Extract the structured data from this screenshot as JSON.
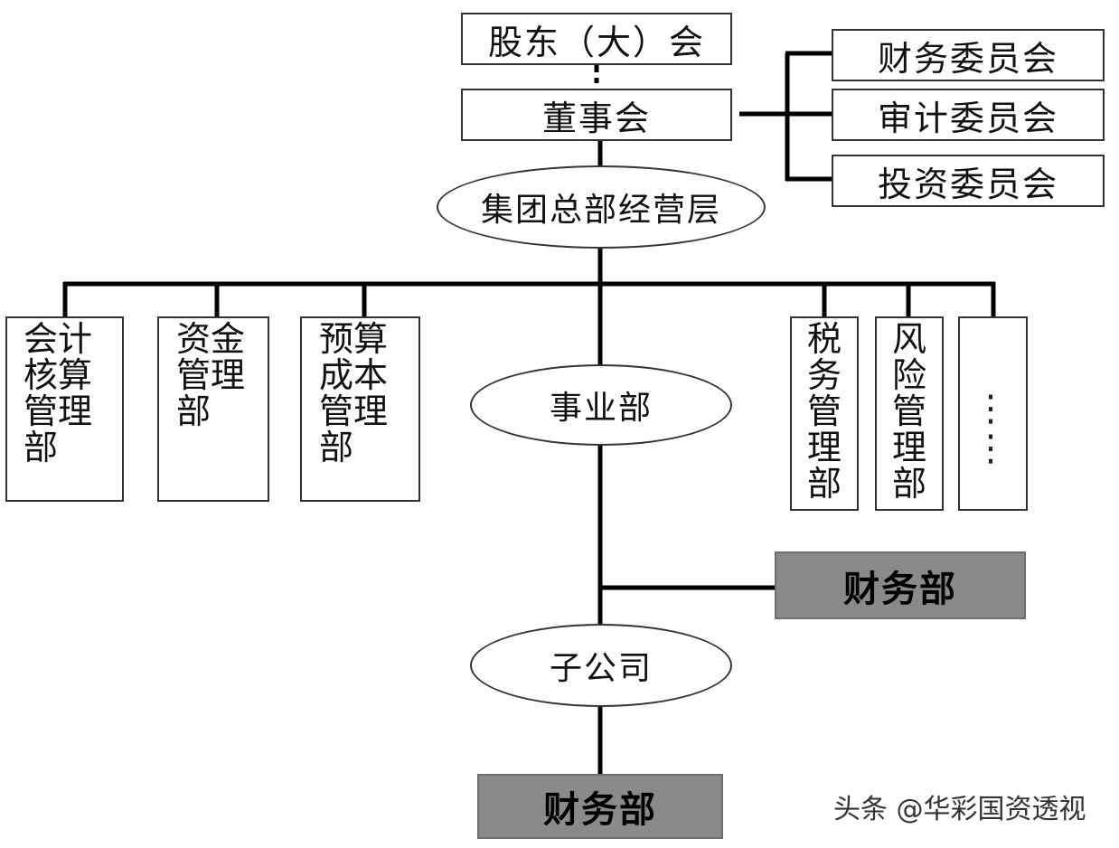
{
  "shareholders": "股东（大）会",
  "board": "董事会",
  "committees": [
    "财务委员会",
    "审计委员会",
    "投资委员会"
  ],
  "hq": "集团总部经营层",
  "departments": [
    "会计核算管理部",
    "资金管理部",
    "预算成本管理部",
    "税务管理部",
    "风险管理部"
  ],
  "more": "⋮ ⋮",
  "division": "事业部",
  "division_finance": "财务部",
  "subsidiary": "子公司",
  "subsidiary_finance": "财务部",
  "watermark": "头条 @华彩国资透视",
  "colors": {
    "line": "#000000",
    "box_border": "#333333",
    "finance_fill": "#8a8a8a"
  }
}
